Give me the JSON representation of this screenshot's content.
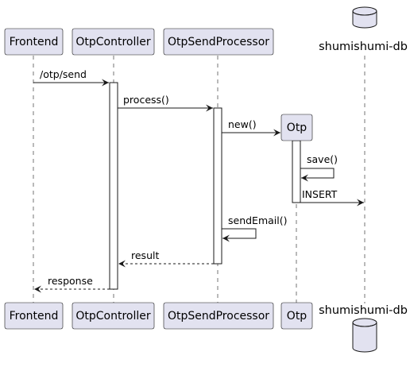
{
  "participants": [
    {
      "id": "frontend",
      "label": "Frontend",
      "kind": "box"
    },
    {
      "id": "otpcontroller",
      "label": "OtpController",
      "kind": "box"
    },
    {
      "id": "otpsendprocessor",
      "label": "OtpSendProcessor",
      "kind": "box"
    },
    {
      "id": "otp",
      "label": "Otp",
      "kind": "box"
    },
    {
      "id": "db",
      "label": "shumishumi-db",
      "kind": "database"
    }
  ],
  "messages": [
    {
      "label": "/otp/send",
      "from": "frontend",
      "to": "otpcontroller",
      "style": "solid"
    },
    {
      "label": "process()",
      "from": "otpcontroller",
      "to": "otpsendprocessor",
      "style": "solid"
    },
    {
      "label": "new()",
      "from": "otpsendprocessor",
      "to": "otp",
      "style": "solid",
      "creates": true
    },
    {
      "label": "save()",
      "from": "otp",
      "to": "otp",
      "style": "self"
    },
    {
      "label": "INSERT",
      "from": "otp",
      "to": "db",
      "style": "solid"
    },
    {
      "label": "sendEmail()",
      "from": "otpsendprocessor",
      "to": "otpsendprocessor",
      "style": "self"
    },
    {
      "label": "result",
      "from": "otpsendprocessor",
      "to": "otpcontroller",
      "style": "dashed"
    },
    {
      "label": "response",
      "from": "otpcontroller",
      "to": "frontend",
      "style": "dashed"
    }
  ],
  "colors": {
    "participant_fill": "#E2E2F0",
    "participant_border": "#181818",
    "lifeline": "#181818",
    "activation_fill": "#FFFFFF",
    "arrow": "#181818"
  }
}
